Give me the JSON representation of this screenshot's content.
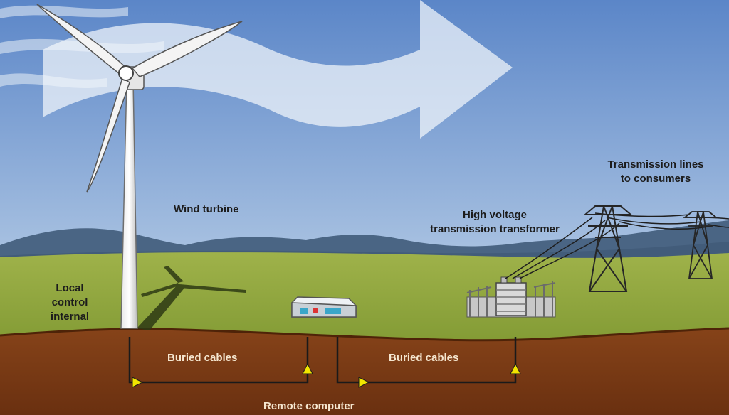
{
  "labels": {
    "wind_turbine": "Wind turbine",
    "local_control": [
      "Local",
      "control",
      "internal"
    ],
    "transformer": [
      "High voltage",
      "transmission transformer"
    ],
    "transmission_lines": [
      "Transmission lines",
      "to consumers"
    ],
    "buried_cables_left": "Buried cables",
    "buried_cables_right": "Buried cables",
    "remote_computer": "Remote computer"
  },
  "colors": {
    "sky_top": "#5b86c8",
    "sky_bottom": "#d9e7f1",
    "mountains": "#4a6584",
    "grass": "#8ea43a",
    "soil": "#7a3a14",
    "cable": "#1a1a1a",
    "cable_arrow": "#f2e500",
    "text_dark": "#1c1c1c",
    "text_light": "#f5e6cf"
  },
  "icons": [
    "wind-turbine-icon",
    "wind-arrow-icon",
    "control-box-icon",
    "transformer-icon",
    "transmission-tower-icon"
  ]
}
